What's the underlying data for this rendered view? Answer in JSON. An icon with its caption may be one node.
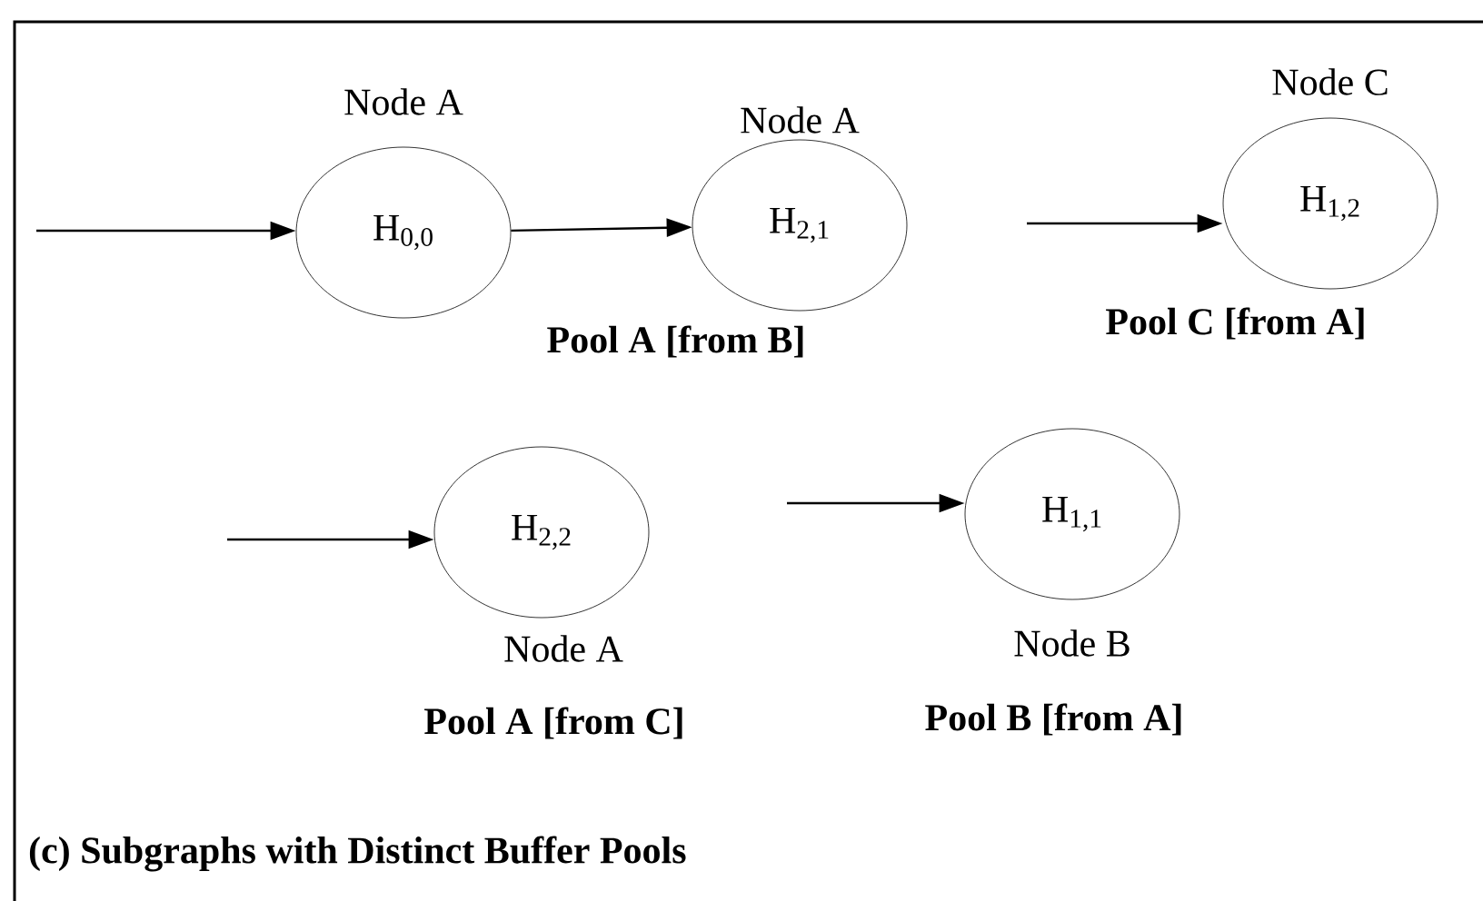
{
  "diagram": {
    "caption": "(c) Subgraphs with Distinct Buffer Pools",
    "nodes": [
      {
        "text": [
          "H$_{0,0}$"
        ],
        "beside": [
          "Node A"
        ]
      },
      {
        "text": [
          "H$_{2,1}$"
        ],
        "beside": [
          "Node A"
        ]
      },
      {
        "text": [
          "H$_{1,2}$"
        ],
        "beside": [
          "Node C"
        ]
      },
      {
        "text": [
          "H$_{2,2}$"
        ],
        "beside": [
          "Node A"
        ]
      },
      {
        "text": [
          "H$_{1,1}$"
        ],
        "beside": [
          "Node B"
        ]
      }
    ],
    "edges": [
      {
        "from": null,
        "to": 0,
        "arrow": "to"
      },
      {
        "from": 0,
        "to": 1,
        "arrow": "to"
      },
      {
        "from": null,
        "to": 2,
        "arrow": "to"
      },
      {
        "from": null,
        "to": 3,
        "arrow": "to"
      },
      {
        "from": null,
        "to": 4,
        "arrow": "to"
      }
    ],
    "labels": [
      "Pool A [from B]",
      "Pool C [from A]",
      "Pool A [from C]",
      "Pool B [from A]"
    ]
  }
}
